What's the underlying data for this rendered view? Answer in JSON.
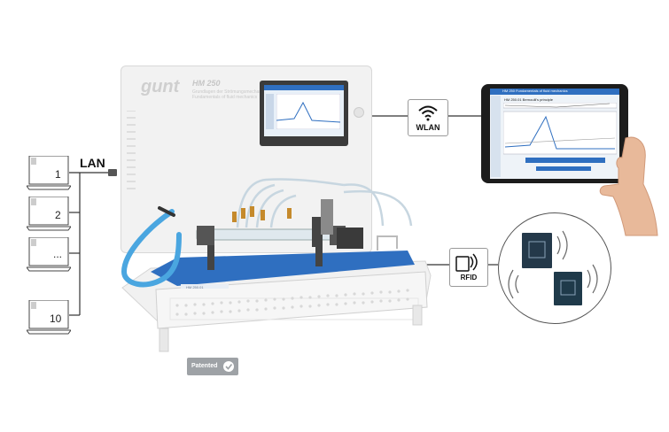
{
  "network": {
    "lan_label": "LAN",
    "wlan_label": "WLAN",
    "rfid_label": "RFID"
  },
  "laptops": [
    {
      "label": "1"
    },
    {
      "label": "2"
    },
    {
      "label": "..."
    },
    {
      "label": "10"
    }
  ],
  "device": {
    "brand": "gunt",
    "model": "HM 250",
    "subtitle_line1": "Grundlagen der Strömungsmechanik",
    "subtitle_line2": "Fundamentals of fluid mechanics",
    "bench_label": "HM 250.01"
  },
  "tablet": {
    "header": "HM 250 Fundamentals of fluid mechanics",
    "subheader": "HM 250.01 Bernoulli's principle"
  },
  "patent": {
    "label": "Patented"
  },
  "colors": {
    "bench_blue": "#2f6fc0",
    "hose_blue": "#4aa6e0",
    "badge_gray": "#9ea2a6"
  }
}
